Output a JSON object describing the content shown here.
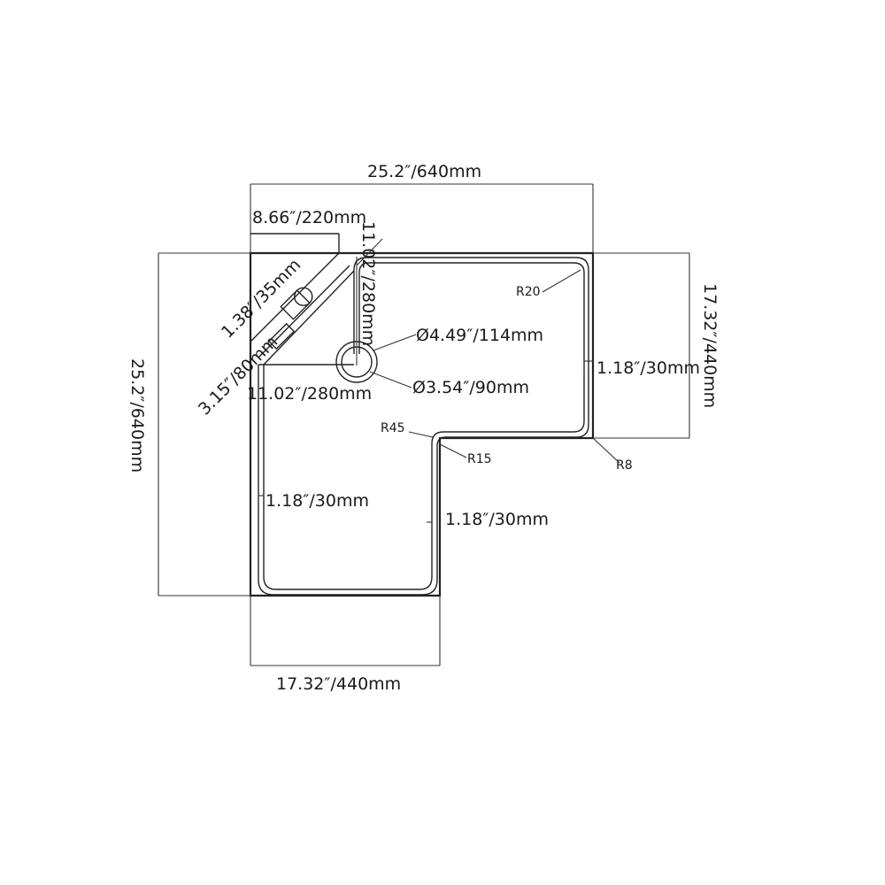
{
  "dimensions": {
    "overall_width": "25.2″/640mm",
    "overall_depth": "25.2″/640mm",
    "right_wing_depth": "17.32″/440mm",
    "bottom_wing_width": "17.32″/440mm",
    "corner_shelf_width": "8.66″/220mm",
    "corner_shelf_vertical": "11.02″/280mm",
    "corner_shelf_horizontal": "11.02″/280mm",
    "faucet_hole": "1.38″/35mm",
    "shelf_depth": "3.15″/80mm",
    "drain_outer": "4.49″/114mm",
    "drain_inner": "3.54″/90mm",
    "rim_right": "1.18″/30mm",
    "rim_left": "1.18″/30mm",
    "rim_inner": "1.18″/30mm"
  },
  "radii": {
    "r20": "R20",
    "r45": "R45",
    "r15": "R15",
    "r8": "R8"
  },
  "symbols": {
    "diameter": "Ø"
  }
}
